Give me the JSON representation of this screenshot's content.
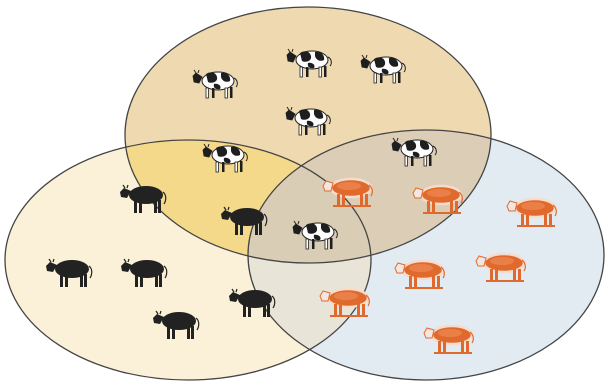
{
  "diagram": {
    "type": "venn-3",
    "sets": [
      {
        "id": "top",
        "fill": "#efd9b0",
        "animal": "holstein-cow-icon"
      },
      {
        "id": "left",
        "fill": "#fbf1d8",
        "animal": "black-cow-icon"
      },
      {
        "id": "right",
        "fill": "#e2eaf2",
        "animal": "red-cow-icon"
      }
    ],
    "overlap_fills": {
      "top_left": "#f5d98a",
      "top_right": "#dccdb6",
      "left_right": "#e9e4d8",
      "all_three": "#d9cdb5"
    },
    "colors": {
      "background": "#ffffff",
      "circle_stroke": "#444444",
      "holstein": "#1e1e1e",
      "black_cow": "#222222",
      "red_cow": "#e06a2e",
      "red_cow_highlight": "#f7dccb"
    }
  }
}
